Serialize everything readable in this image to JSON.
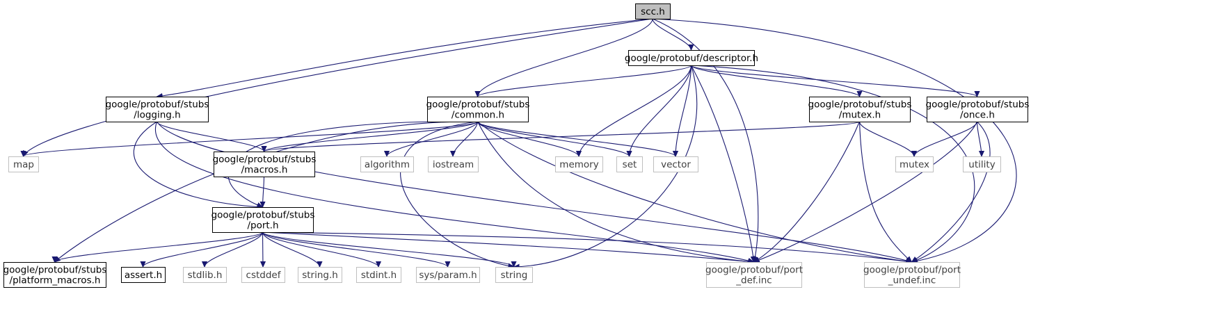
{
  "graph": {
    "nodes": [
      {
        "id": "scc",
        "lines": [
          "scc.h"
        ],
        "style": "root"
      },
      {
        "id": "descriptor",
        "lines": [
          "google/protobuf/descriptor.h"
        ],
        "style": "doc"
      },
      {
        "id": "logging",
        "lines": [
          "google/protobuf/stubs",
          "/logging.h"
        ],
        "style": "doc"
      },
      {
        "id": "common",
        "lines": [
          "google/protobuf/stubs",
          "/common.h"
        ],
        "style": "doc"
      },
      {
        "id": "mutex_h",
        "lines": [
          "google/protobuf/stubs",
          "/mutex.h"
        ],
        "style": "doc"
      },
      {
        "id": "once_h",
        "lines": [
          "google/protobuf/stubs",
          "/once.h"
        ],
        "style": "doc"
      },
      {
        "id": "map",
        "lines": [
          "map"
        ],
        "style": "ext"
      },
      {
        "id": "macros",
        "lines": [
          "google/protobuf/stubs",
          "/macros.h"
        ],
        "style": "doc"
      },
      {
        "id": "algorithm",
        "lines": [
          "algorithm"
        ],
        "style": "ext"
      },
      {
        "id": "iostream",
        "lines": [
          "iostream"
        ],
        "style": "ext"
      },
      {
        "id": "memory",
        "lines": [
          "memory"
        ],
        "style": "ext"
      },
      {
        "id": "set",
        "lines": [
          "set"
        ],
        "style": "ext"
      },
      {
        "id": "vector",
        "lines": [
          "vector"
        ],
        "style": "ext"
      },
      {
        "id": "mutex",
        "lines": [
          "mutex"
        ],
        "style": "ext"
      },
      {
        "id": "utility",
        "lines": [
          "utility"
        ],
        "style": "ext"
      },
      {
        "id": "port",
        "lines": [
          "google/protobuf/stubs",
          "/port.h"
        ],
        "style": "doc"
      },
      {
        "id": "platform_macros",
        "lines": [
          "google/protobuf/stubs",
          "/platform_macros.h"
        ],
        "style": "doc"
      },
      {
        "id": "assert",
        "lines": [
          "assert.h"
        ],
        "style": "doc"
      },
      {
        "id": "stdlib",
        "lines": [
          "stdlib.h"
        ],
        "style": "ext"
      },
      {
        "id": "cstddef",
        "lines": [
          "cstddef"
        ],
        "style": "ext"
      },
      {
        "id": "string_h",
        "lines": [
          "string.h"
        ],
        "style": "ext"
      },
      {
        "id": "stdint",
        "lines": [
          "stdint.h"
        ],
        "style": "ext"
      },
      {
        "id": "sysparam",
        "lines": [
          "sys/param.h"
        ],
        "style": "ext"
      },
      {
        "id": "string",
        "lines": [
          "string"
        ],
        "style": "ext"
      },
      {
        "id": "port_def",
        "lines": [
          "google/protobuf/port",
          "_def.inc"
        ],
        "style": "ext"
      },
      {
        "id": "port_undef",
        "lines": [
          "google/protobuf/port",
          "_undef.inc"
        ],
        "style": "ext"
      }
    ],
    "edges": [
      [
        "scc",
        "descriptor"
      ],
      [
        "scc",
        "logging"
      ],
      [
        "scc",
        "common"
      ],
      [
        "scc",
        "map"
      ],
      [
        "scc",
        "port_def"
      ],
      [
        "scc",
        "port_undef"
      ],
      [
        "descriptor",
        "common"
      ],
      [
        "descriptor",
        "mutex_h"
      ],
      [
        "descriptor",
        "once_h"
      ],
      [
        "descriptor",
        "memory"
      ],
      [
        "descriptor",
        "set"
      ],
      [
        "descriptor",
        "vector"
      ],
      [
        "descriptor",
        "string"
      ],
      [
        "descriptor",
        "port_def"
      ],
      [
        "descriptor",
        "port_undef"
      ],
      [
        "logging",
        "macros"
      ],
      [
        "logging",
        "port"
      ],
      [
        "logging",
        "port_def"
      ],
      [
        "logging",
        "port_undef"
      ],
      [
        "common",
        "map"
      ],
      [
        "common",
        "macros"
      ],
      [
        "common",
        "algorithm"
      ],
      [
        "common",
        "iostream"
      ],
      [
        "common",
        "memory"
      ],
      [
        "common",
        "set"
      ],
      [
        "common",
        "vector"
      ],
      [
        "common",
        "port"
      ],
      [
        "common",
        "platform_macros"
      ],
      [
        "common",
        "string"
      ],
      [
        "common",
        "port_def"
      ],
      [
        "common",
        "port_undef"
      ],
      [
        "mutex_h",
        "macros"
      ],
      [
        "mutex_h",
        "mutex"
      ],
      [
        "mutex_h",
        "port_def"
      ],
      [
        "mutex_h",
        "port_undef"
      ],
      [
        "once_h",
        "mutex"
      ],
      [
        "once_h",
        "utility"
      ],
      [
        "once_h",
        "port_def"
      ],
      [
        "once_h",
        "port_undef"
      ],
      [
        "macros",
        "port"
      ],
      [
        "port",
        "platform_macros"
      ],
      [
        "port",
        "assert"
      ],
      [
        "port",
        "stdlib"
      ],
      [
        "port",
        "cstddef"
      ],
      [
        "port",
        "string_h"
      ],
      [
        "port",
        "stdint"
      ],
      [
        "port",
        "sysparam"
      ],
      [
        "port",
        "string"
      ],
      [
        "port",
        "port_def"
      ],
      [
        "port",
        "port_undef"
      ]
    ],
    "colors": {
      "edge": "#191970",
      "root_fill": "#bfbfbf",
      "doc_border": "#000000",
      "ext_border": "#bfbfbf",
      "ext_text": "#404040"
    }
  }
}
